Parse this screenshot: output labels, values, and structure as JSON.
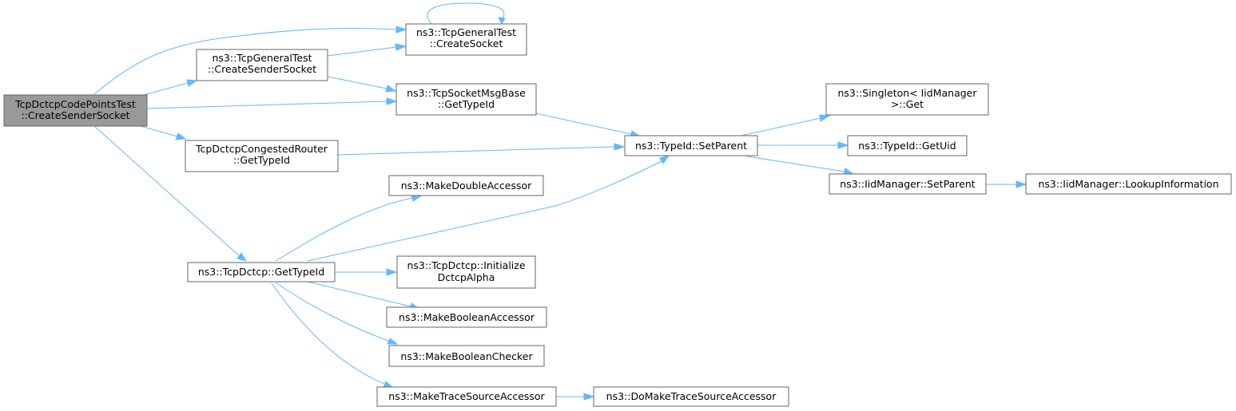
{
  "nodes": {
    "root": [
      "TcpDctcpCodePointsTest",
      "::CreateSenderSocket"
    ],
    "create_socket": [
      "ns3::TcpGeneralTest",
      "::CreateSocket"
    ],
    "create_sender_socket": [
      "ns3::TcpGeneralTest",
      "::CreateSenderSocket"
    ],
    "msgbase_typeid": [
      "ns3::TcpSocketMsgBase",
      "::GetTypeId"
    ],
    "router_typeid": [
      "TcpDctcpCongestedRouter",
      "::GetTypeId"
    ],
    "dctcp_typeid": [
      "ns3::TcpDctcp::GetTypeId"
    ],
    "setparent": [
      "ns3::TypeId::SetParent"
    ],
    "singleton_get": [
      "ns3::Singleton< IidManager",
      ">::Get"
    ],
    "getuid": [
      "ns3::TypeId::GetUid"
    ],
    "iid_setparent": [
      "ns3::IidManager::SetParent"
    ],
    "lookup": [
      "ns3::IidManager::LookupInformation"
    ],
    "double_acc": [
      "ns3::MakeDoubleAccessor"
    ],
    "init_alpha": [
      "ns3::TcpDctcp::Initialize",
      "DctcpAlpha"
    ],
    "bool_acc": [
      "ns3::MakeBooleanAccessor"
    ],
    "bool_chk": [
      "ns3::MakeBooleanChecker"
    ],
    "trace_acc": [
      "ns3::MakeTraceSourceAccessor"
    ],
    "do_trace_acc": [
      "ns3::DoMakeTraceSourceAccessor"
    ]
  },
  "edges": [
    [
      "root",
      "create_socket"
    ],
    [
      "root",
      "create_sender_socket"
    ],
    [
      "root",
      "msgbase_typeid"
    ],
    [
      "root",
      "router_typeid"
    ],
    [
      "root",
      "dctcp_typeid"
    ],
    [
      "create_socket",
      "create_socket"
    ],
    [
      "create_sender_socket",
      "create_socket"
    ],
    [
      "create_sender_socket",
      "msgbase_typeid"
    ],
    [
      "msgbase_typeid",
      "setparent"
    ],
    [
      "router_typeid",
      "setparent"
    ],
    [
      "dctcp_typeid",
      "setparent"
    ],
    [
      "dctcp_typeid",
      "double_acc"
    ],
    [
      "dctcp_typeid",
      "init_alpha"
    ],
    [
      "dctcp_typeid",
      "bool_acc"
    ],
    [
      "dctcp_typeid",
      "bool_chk"
    ],
    [
      "dctcp_typeid",
      "trace_acc"
    ],
    [
      "setparent",
      "singleton_get"
    ],
    [
      "setparent",
      "getuid"
    ],
    [
      "setparent",
      "iid_setparent"
    ],
    [
      "iid_setparent",
      "lookup"
    ],
    [
      "trace_acc",
      "do_trace_acc"
    ]
  ],
  "colors": {
    "edge": "#63b8ff",
    "root_fill": "#999999",
    "node_border": "#666666"
  }
}
